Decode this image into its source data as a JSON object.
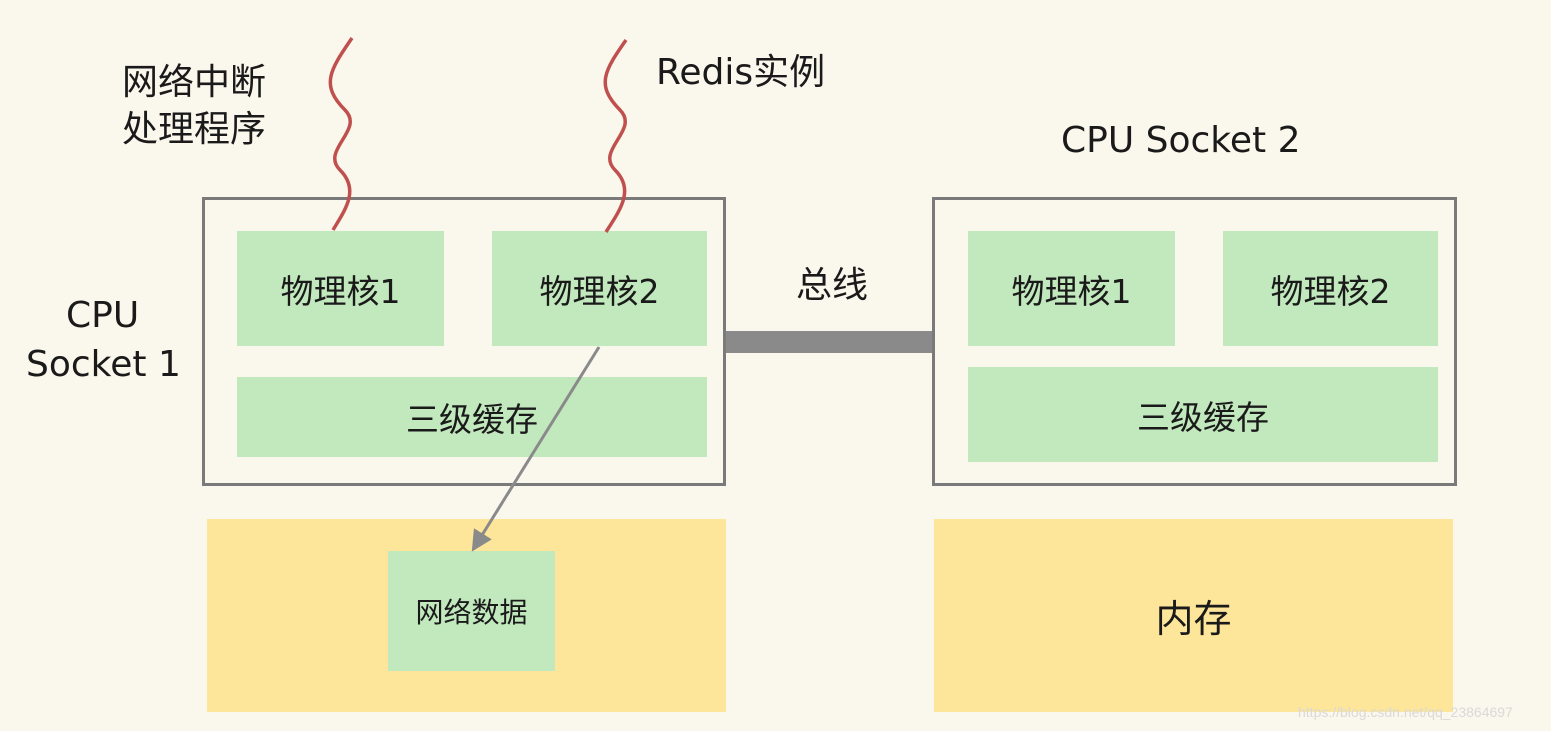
{
  "labels": {
    "interrupt_handler_line1": "网络中断",
    "interrupt_handler_line2": "处理程序",
    "redis_instance": "Redis实例",
    "socket1_line1": "CPU",
    "socket1_line2": "Socket 1",
    "socket2_title": "CPU Socket 2",
    "bus": "总线"
  },
  "socket1": {
    "core1": "物理核1",
    "core2": "物理核2",
    "l3_cache": "三级缓存"
  },
  "socket2": {
    "core1": "物理核1",
    "core2": "物理核2",
    "l3_cache": "三级缓存"
  },
  "memory1": {
    "network_data": "网络数据"
  },
  "memory2": {
    "label": "内存"
  },
  "watermark": "https://blog.csdn.net/qq_23864697",
  "colors": {
    "background": "#faf7ec",
    "core_fill": "#c2e8bd",
    "memory_fill": "#fde599",
    "socket_border": "#7a7a7a",
    "bus": "#8a8a8a",
    "wave": "#c0504d",
    "arrow": "#8a8a8a"
  }
}
